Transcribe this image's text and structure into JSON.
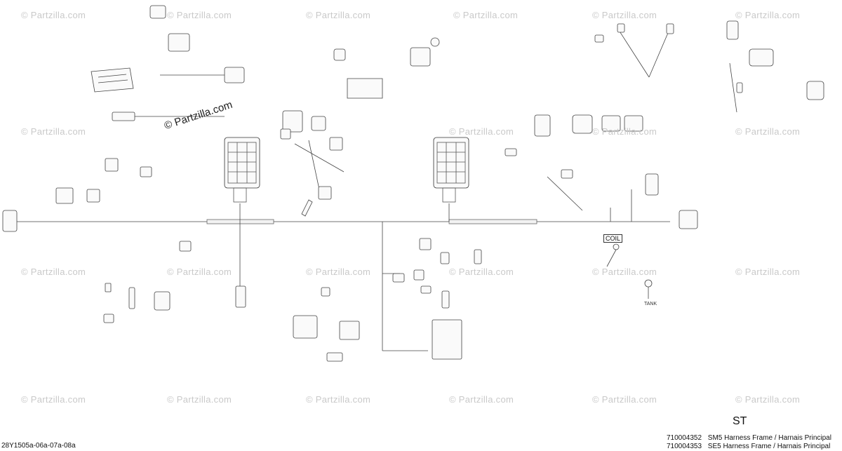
{
  "watermark": "© Partzilla.com",
  "center_watermark": "© Partzilla.com",
  "sheet_code": "ST",
  "reference": "28Y1505a-06a-07a-08a",
  "parts": [
    {
      "number": "710004352",
      "description": "SM5 Harness Frame / Harnais Principal"
    },
    {
      "number": "710004353",
      "description": "SE5 Harness Frame / Harnais Principal"
    }
  ],
  "tags": {
    "coil": "COIL",
    "tank": "TANK"
  }
}
